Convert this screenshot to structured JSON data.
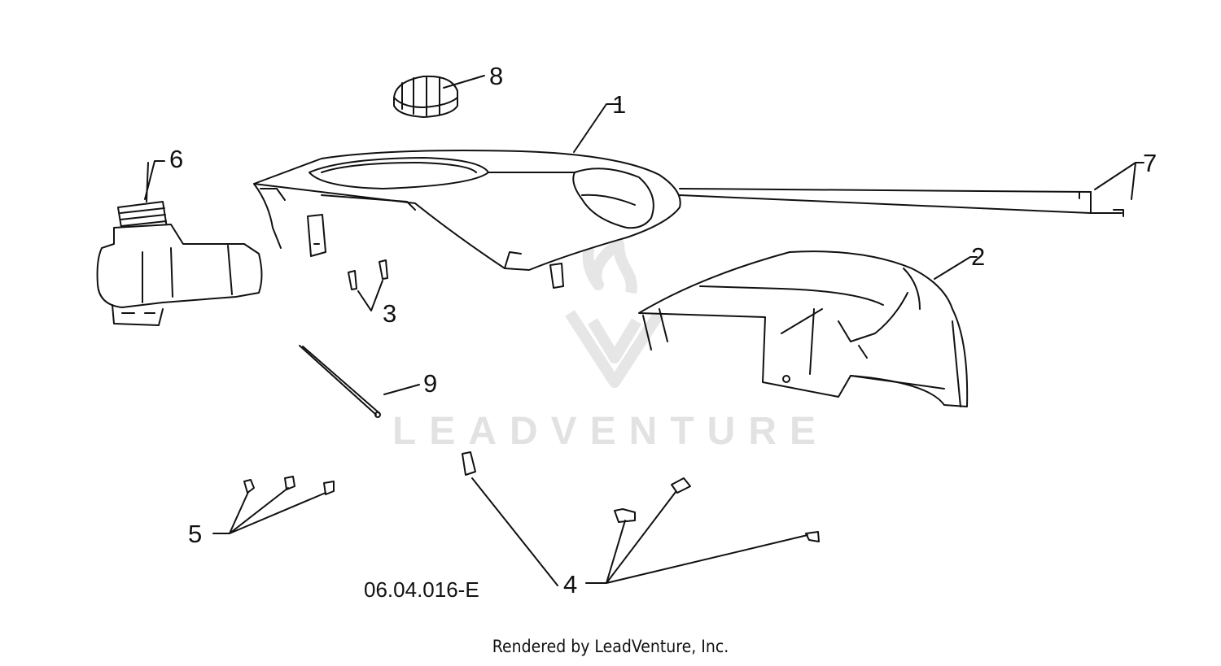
{
  "diagram": {
    "code": "06.04.016-E",
    "credit": "Rendered by LeadVenture, Inc.",
    "watermark": "LEADVENTURE",
    "callouts": [
      "1",
      "2",
      "3",
      "4",
      "5",
      "6",
      "7",
      "8",
      "9"
    ]
  },
  "colors": {
    "line": "#111111",
    "watermark": "#e2e2e2",
    "background": "#ffffff"
  }
}
